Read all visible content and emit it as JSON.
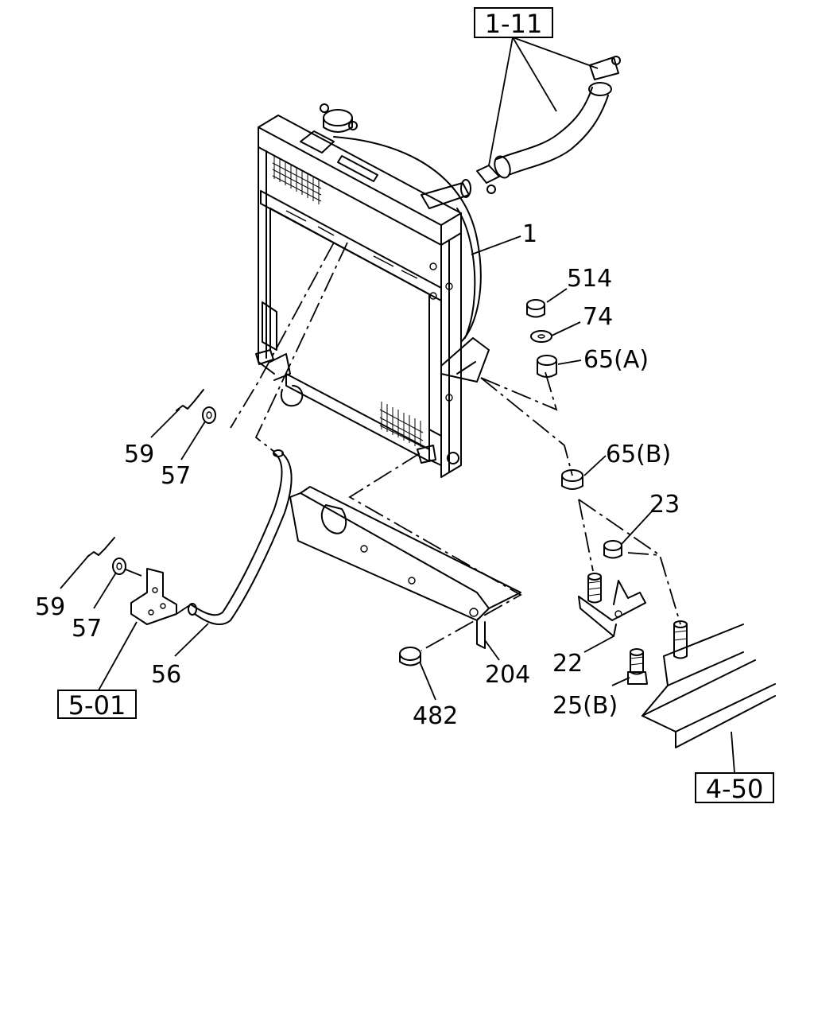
{
  "diagram": {
    "callouts": [
      {
        "id": "p1",
        "text": "1"
      },
      {
        "id": "p514",
        "text": "514"
      },
      {
        "id": "p74",
        "text": "74"
      },
      {
        "id": "p65a",
        "text": "65(A)"
      },
      {
        "id": "p65b",
        "text": "65(B)"
      },
      {
        "id": "p23",
        "text": "23"
      },
      {
        "id": "p22",
        "text": "22"
      },
      {
        "id": "p25b",
        "text": "25(B)"
      },
      {
        "id": "p204",
        "text": "204"
      },
      {
        "id": "p482",
        "text": "482"
      },
      {
        "id": "p59a",
        "text": "59"
      },
      {
        "id": "p57a",
        "text": "57"
      },
      {
        "id": "p59b",
        "text": "59"
      },
      {
        "id": "p57b",
        "text": "57"
      },
      {
        "id": "p56",
        "text": "56"
      }
    ],
    "references": [
      {
        "id": "r111",
        "text": "1-11"
      },
      {
        "id": "r501",
        "text": "5-01"
      },
      {
        "id": "r450",
        "text": "4-50"
      }
    ]
  }
}
